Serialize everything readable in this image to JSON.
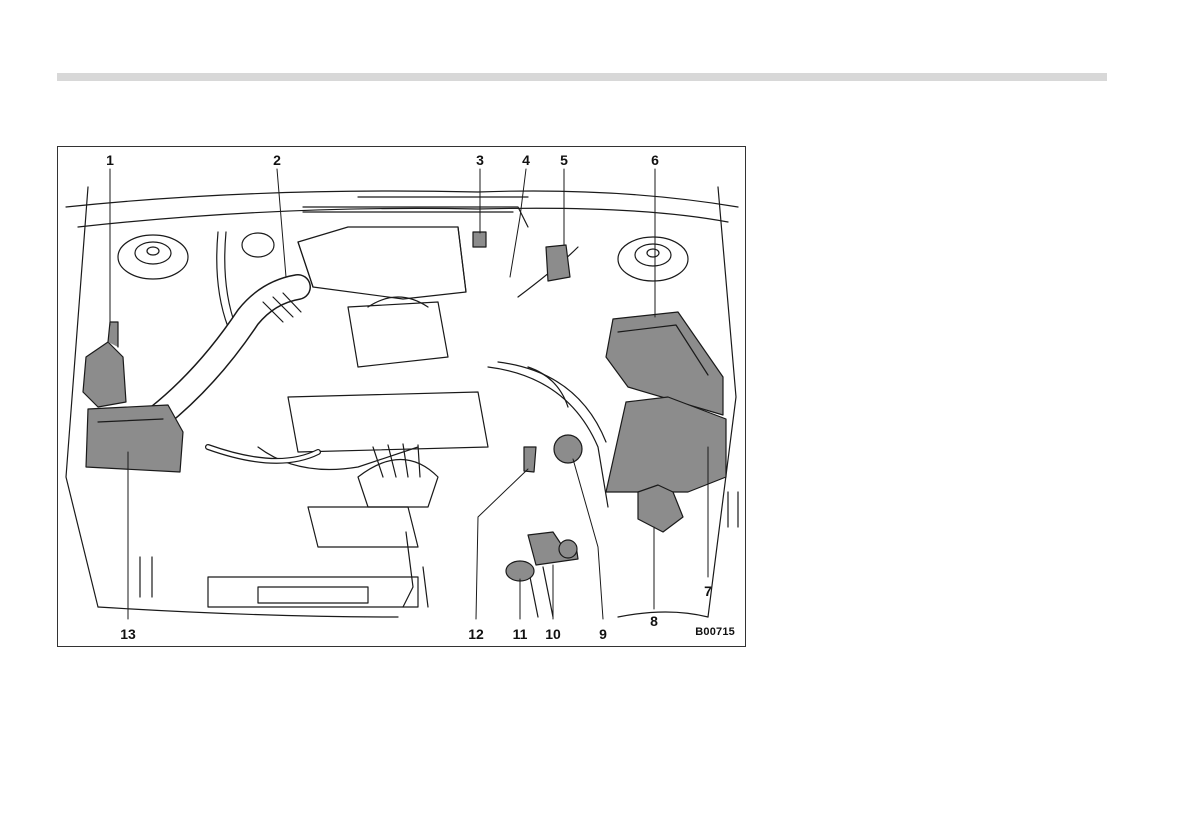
{
  "figure": {
    "callouts": [
      "1",
      "2",
      "3",
      "4",
      "5",
      "6",
      "7",
      "8",
      "9",
      "10",
      "11",
      "12",
      "13"
    ],
    "code": "B00715",
    "colors": {
      "line": "#1a1a1a",
      "component_fill": "#8c8c8c",
      "rule": "#d8d8d8"
    }
  }
}
